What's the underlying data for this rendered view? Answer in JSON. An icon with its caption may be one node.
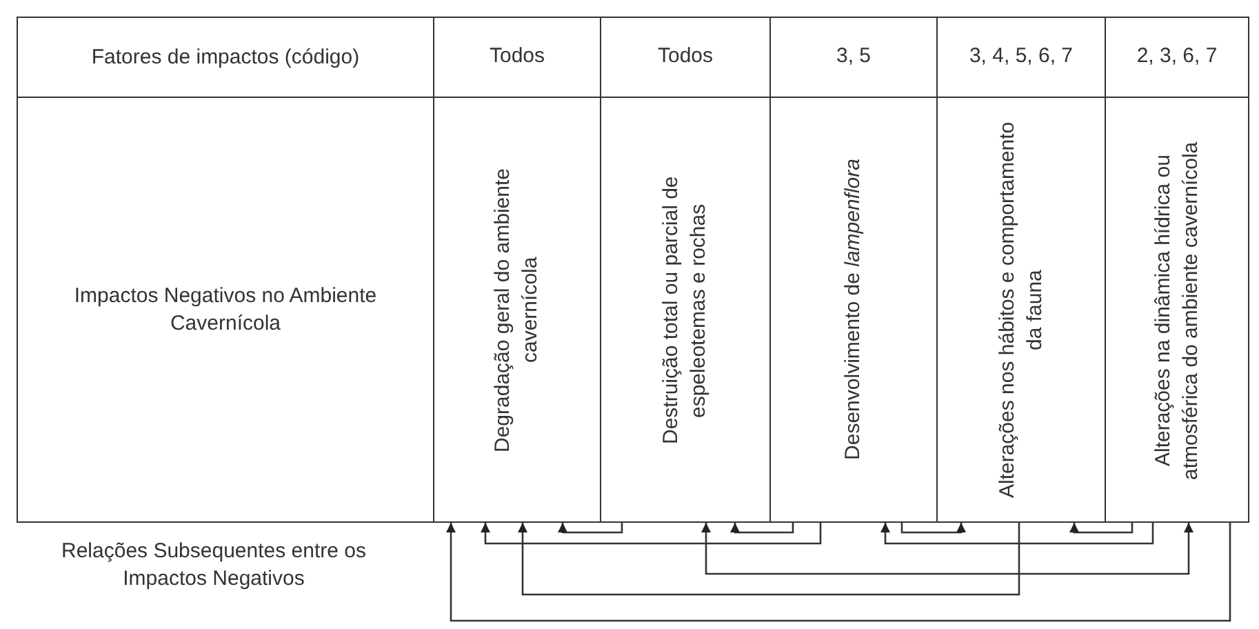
{
  "diagram": {
    "nodes": [
      {
        "text": [
          "Todos",
          "Degradação geral do ambiente cavernícola"
        ]
      },
      {
        "text": [
          "Todos",
          "Destruição total ou parcial de espeleotemas e rochas"
        ]
      },
      {
        "text": [
          "3, 5",
          "Desenvolvimento de *lampenflora*"
        ]
      },
      {
        "text": [
          "3, 4, 5, 6, 7",
          "Alterações nos hábitos e comportamento da fauna"
        ]
      },
      {
        "text": [
          "2, 3, 6, 7",
          "Alterações na dinâmica hídrica ou atmosférica do ambiente cavernícola"
        ]
      }
    ],
    "edges": [
      {
        "from": 4,
        "to": 0,
        "arrow": "to"
      },
      {
        "from": 2,
        "to": 0,
        "arrow": "to"
      },
      {
        "from": 3,
        "to": 0,
        "arrow": "to"
      },
      {
        "from": 1,
        "to": 0,
        "arrow": "to"
      },
      {
        "from": 1,
        "to": 4,
        "arrow": "both"
      },
      {
        "from": 2,
        "to": 1,
        "arrow": "to"
      },
      {
        "from": 2,
        "to": 3,
        "arrow": "to"
      },
      {
        "from": 4,
        "to": 2,
        "arrow": "to"
      },
      {
        "from": 4,
        "to": 3,
        "arrow": "to"
      }
    ],
    "labels": [
      "Fatores de impactos (código)",
      "Impactos Negativos no Ambiente Cavernícola",
      "Relações Subsequentes entre os Impactos Negativos"
    ]
  }
}
